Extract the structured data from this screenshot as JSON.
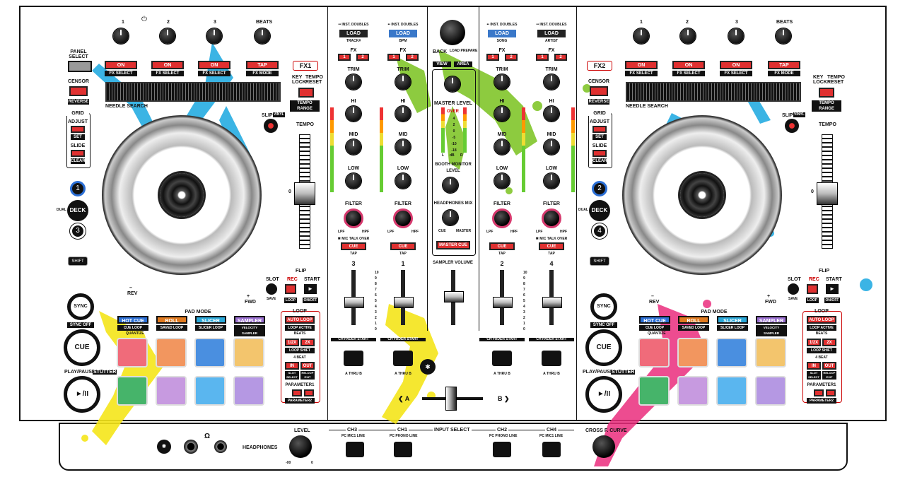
{
  "colors": {
    "accent_red": "#e03030",
    "hot_cue": "#2b6fd6",
    "roll": "#e07a1f",
    "slicer": "#2aa8d8",
    "sampler": "#9a6fd0",
    "splash_blue": "#19a7e0",
    "splash_green": "#7ac21e",
    "splash_yellow": "#f5e51a",
    "splash_pink": "#ea2d7d"
  },
  "deck_left": {
    "fx_label": "FX1",
    "knob_labels": [
      "1",
      "2",
      "3",
      "BEATS"
    ],
    "fx_buttons": [
      "ON",
      "ON",
      "ON",
      "TAP"
    ],
    "fx_captions": [
      "FX SELECT",
      "FX SELECT",
      "FX SELECT",
      "FX MODE"
    ],
    "panel_select": "PANEL SELECT",
    "censor": "CENSOR",
    "reverse": "REVERSE",
    "key_lock": "KEY LOCK",
    "tempo_reset": "TEMPO RESET",
    "tempo_range": "TEMPO RANGE",
    "needle_search": "NEEDLE SEARCH",
    "grid": "GRID",
    "adjust": "ADJUST",
    "set": "SET",
    "slide": "SLIDE",
    "clear": "CLEAR",
    "slip": "SLIP",
    "vinyl": "VINYL",
    "tempo": "TEMPO",
    "deck_num_top": "1",
    "deck_num_bottom": "3",
    "deck": "DECK",
    "dual": "DUAL",
    "shift": "SHIFT",
    "rev": "REV",
    "fwd": "FWD",
    "minus": "–",
    "plus": "+",
    "slot": "SLOT",
    "save": "SAVE",
    "flip": "FLIP",
    "rec": "REC",
    "loop": "LOOP",
    "start": "START",
    "on_off": "ON/OFF",
    "sync": "SYNC",
    "sync_off": "SYNC OFF",
    "cue": "CUE",
    "play_pause": "PLAY/PAUSE",
    "stutter": "STUTTER",
    "play_icon": "►/II",
    "pad_mode": "PAD MODE",
    "modes": [
      "HOT CUE",
      "ROLL",
      "SLICER",
      "SAMPLER"
    ],
    "mode_captions": [
      "CUE LOOP",
      "SAVED LOOP",
      "SLICER LOOP",
      "VELOCITY SAMPLER"
    ],
    "quantize": "QUANTIZE",
    "loop_title": "LOOP",
    "auto_loop": "AUTO LOOP",
    "loop_active": "LOOP ACTIVE",
    "beats": "BEATS",
    "half": "1/2X",
    "double": "2X",
    "loop_shift": "LOOP SHIFT",
    "four_beat": "4 BEAT",
    "in": "IN",
    "out": "OUT",
    "slot_select": "SLOT SELECT",
    "reloop_exit": "RELOOP EXIT",
    "parameter1": "PARAMETER1",
    "parameter2": "PARAMETER2",
    "tempo_zero": "0",
    "pad_colors": [
      "#f06b7a",
      "#f2965f",
      "#4a8fe0",
      "#f3c56d",
      "#46b46a",
      "#c79ae0",
      "#5ab6ef",
      "#b598e3"
    ]
  },
  "deck_right": {
    "fx_label": "FX2",
    "deck_num_top": "2",
    "deck_num_bottom": "4",
    "pad_colors": [
      "#f06b7a",
      "#f2965f",
      "#4a8fe0",
      "#f3c56d",
      "#46b46a",
      "#c79ae0",
      "#5ab6ef",
      "#b598e3"
    ]
  },
  "mixer": {
    "channels": [
      {
        "inst": "•• INST. DOUBLES",
        "load": "LOAD",
        "below": "TRACK#",
        "num": "3",
        "load_color": "#222"
      },
      {
        "inst": "•• INST. DOUBLES",
        "load": "LOAD",
        "below": "BPM",
        "num": "1",
        "load_color": "#3a78c9"
      },
      {
        "inst": "•• INST. DOUBLES",
        "load": "LOAD",
        "below": "SONG",
        "num": "2",
        "load_color": "#3a78c9"
      },
      {
        "inst": "•• INST. DOUBLES",
        "load": "LOAD",
        "below": "ARTIST",
        "num": "4",
        "load_color": "#222"
      }
    ],
    "fx": "FX",
    "fx1": "1",
    "fx2": "2",
    "trim": "TRIM",
    "hi": "HI",
    "mid": "MID",
    "low": "LOW",
    "filter": "FILTER",
    "lpf": "LPF",
    "hpf": "HPF",
    "cue": "CUE",
    "tap": "TAP",
    "mic_talk_over": "✱ MIC TALK OVER",
    "ch_fader_start": "CH FADER START",
    "thru": "A  THRU  B",
    "back": "BACK",
    "load_prepare": "LOAD PREPARE",
    "view": "VIEW",
    "area": "AREA",
    "master_level": "MASTER LEVEL",
    "over": "OVER",
    "booth_monitor": "BOOTH MONITOR",
    "level": "LEVEL",
    "headphones_mix": "HEADPHONES MIX",
    "cue_knob": "CUE",
    "master": "MASTER",
    "master_cue": "MASTER CUE",
    "sampler_volume": "SAMPLER VOLUME",
    "a": "❮ A",
    "b": "B ❯",
    "scale": [
      "10",
      "9",
      "8",
      "7",
      "6",
      "5",
      "4",
      "3",
      "2",
      "1",
      "0"
    ],
    "meter_scale": [
      "4",
      "2",
      "0",
      "-5",
      "-10",
      "-18"
    ],
    "l": "L",
    "db": "dB",
    "r": "R",
    "minus_inf": "−∞"
  },
  "front": {
    "headphones": "HEADPHONES",
    "level": "LEVEL",
    "ch3": "CH3",
    "ch1": "CH1",
    "input_select": "INPUT SELECT",
    "ch2": "CH2",
    "ch4": "CH4",
    "ch3_opts": "PC   MIC1  LINE",
    "ch1_opts": "PC   PHONO  LINE",
    "ch2_opts": "PC   PHONO  LINE",
    "ch4_opts": "PC   MIC1  LINE",
    "cross_f_curve": "CROSS F. CURVE",
    "headphone_icon": "Ω",
    "min": "-00",
    "max": "0"
  }
}
